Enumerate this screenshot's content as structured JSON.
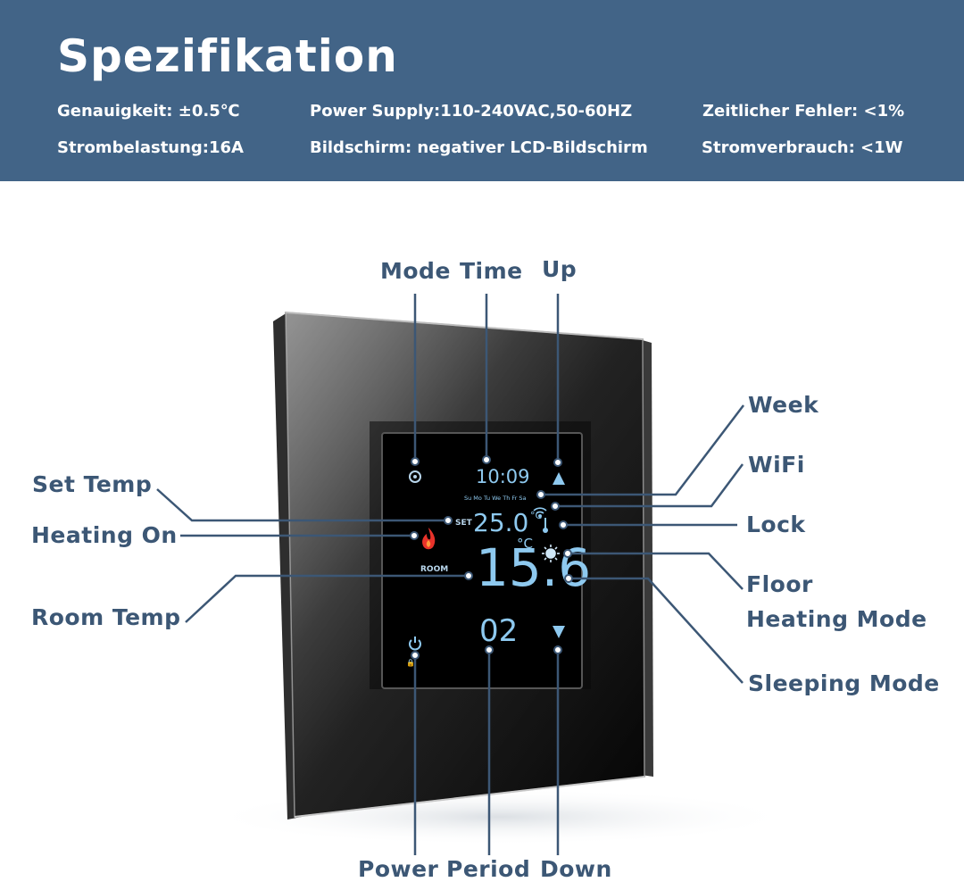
{
  "header": {
    "title": "Spezifikation",
    "specs": {
      "accuracy": "Genauigkeit: ±0.5℃",
      "power_supply": "Power Supply:110-240VAC,50-60HZ",
      "time_error": "Zeitlicher Fehler: <1%",
      "current_load": "Strombelastung:16A",
      "screen": "Bildschirm: negativer LCD-Bildschirm",
      "power_consumption": "Stromverbrauch: <1W"
    }
  },
  "callouts": {
    "mode": "Mode",
    "time": "Time",
    "up": "Up",
    "week": "Week",
    "wifi": "WiFi",
    "lock": "Lock",
    "floor": "Floor",
    "heating_mode": "Heating Mode",
    "sleeping_mode": "Sleeping Mode",
    "set_temp": "Set Temp",
    "heating_on": "Heating On",
    "room_temp": "Room Temp",
    "power": "Power",
    "period": "Period",
    "down": "Down"
  },
  "display": {
    "time": "10:09",
    "days": "Su Mo Tu We Th Fr Sa",
    "set_label": "SET",
    "set_temp": "25.0",
    "set_unit": "°C",
    "room_temp": "15.6",
    "room_unit": "°C",
    "room_label": "ROOM",
    "period": "02"
  },
  "colors": {
    "header_bg": "#426487",
    "callout_text": "#3c5775",
    "lcd_text": "#8ec9ef",
    "flame": "#e8322a"
  },
  "icons": {
    "mode": "gear-icon",
    "up": "triangle-up-icon",
    "down": "triangle-down-icon",
    "power": "power-icon",
    "wifi": "wifi-icon",
    "lock": "thermometer-lock-icon",
    "floor_heating": "sun-icon",
    "sleeping": "moon-icon",
    "heating_on": "flame-icon"
  }
}
